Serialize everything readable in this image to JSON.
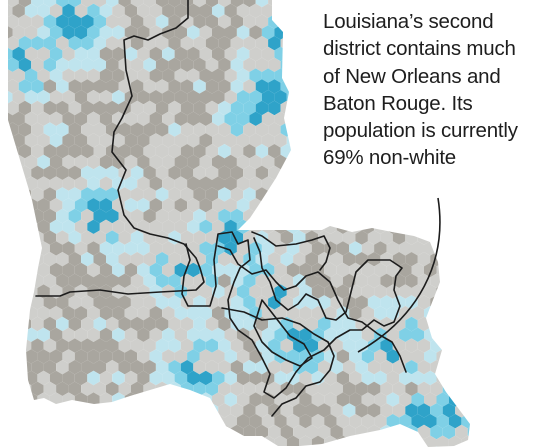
{
  "annotation": {
    "lines": [
      "Louisiana’s second",
      "district contains much",
      "of New Orleans and",
      "Baton Rouge. Its",
      "population is currently",
      "69% non-white"
    ]
  },
  "legend_colors": {
    "majority_white_dark": "#a9a69f",
    "majority_white_light": "#cfcfcc",
    "mixed": "#bfe4ee",
    "non_white": "#7fd0e6",
    "strong_non_white": "#2fa3c9",
    "district_border": "#1c1c1c",
    "background": "#ffffff"
  },
  "icons": {
    "map": "hexbin-map-icon",
    "pointer": "callout-arrow-icon"
  }
}
